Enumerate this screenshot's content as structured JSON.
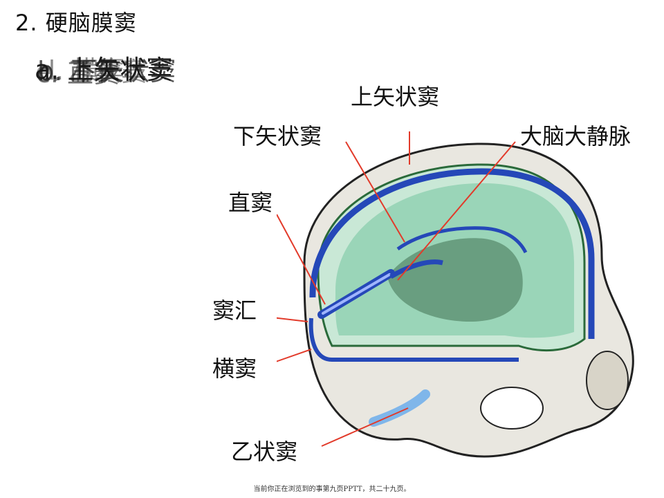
{
  "slide": {
    "title": "2. 硬脑膜窦",
    "overlapping_items": [
      "a. 上矢状窦",
      "b. 下矢状窦",
      "c. 直窦",
      "d. 横窦",
      "e. 乙状窦"
    ],
    "footer": "当前你正在浏览到的事第九页PPTT，共二十九页。"
  },
  "diagram": {
    "labels": {
      "superior_sagittal": "上矢状窦",
      "inferior_sagittal": "下矢状窦",
      "great_cerebral_vein": "大脑大静脉",
      "straight": "直窦",
      "confluence": "窦汇",
      "transverse": "横窦",
      "sigmoid": "乙状窦"
    },
    "colors": {
      "leader_line": "#e23a2a",
      "sinus_blue": "#2548b8",
      "falx_green": "#8fcfb0",
      "bone": "#e9e7e0"
    }
  }
}
